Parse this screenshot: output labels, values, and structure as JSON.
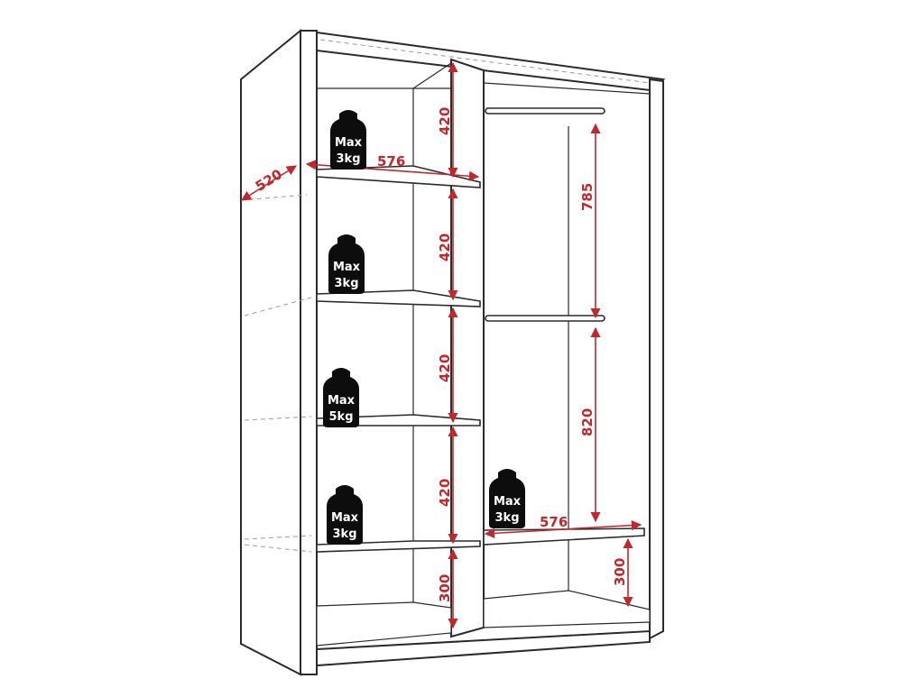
{
  "dimensions": {
    "depth": "520",
    "left_width": "576",
    "right_width": "576",
    "left_shelf_heights": [
      "420",
      "420",
      "420",
      "420",
      "300"
    ],
    "hanging_upper": "785",
    "hanging_lower": "820",
    "right_bottom": "300"
  },
  "weight_limits": [
    {
      "line1": "Max",
      "line2": "3kg"
    },
    {
      "line1": "Max",
      "line2": "3kg"
    },
    {
      "line1": "Max",
      "line2": "5kg"
    },
    {
      "line1": "Max",
      "line2": "3kg"
    },
    {
      "line1": "Max",
      "line2": "3kg"
    }
  ],
  "colors": {
    "outline": "#2b2b2b",
    "dimension": "#c0282d",
    "weight_fill": "#0d0d0d",
    "dashed": "#9a9a9a"
  },
  "icons": [
    "weight-icon"
  ]
}
